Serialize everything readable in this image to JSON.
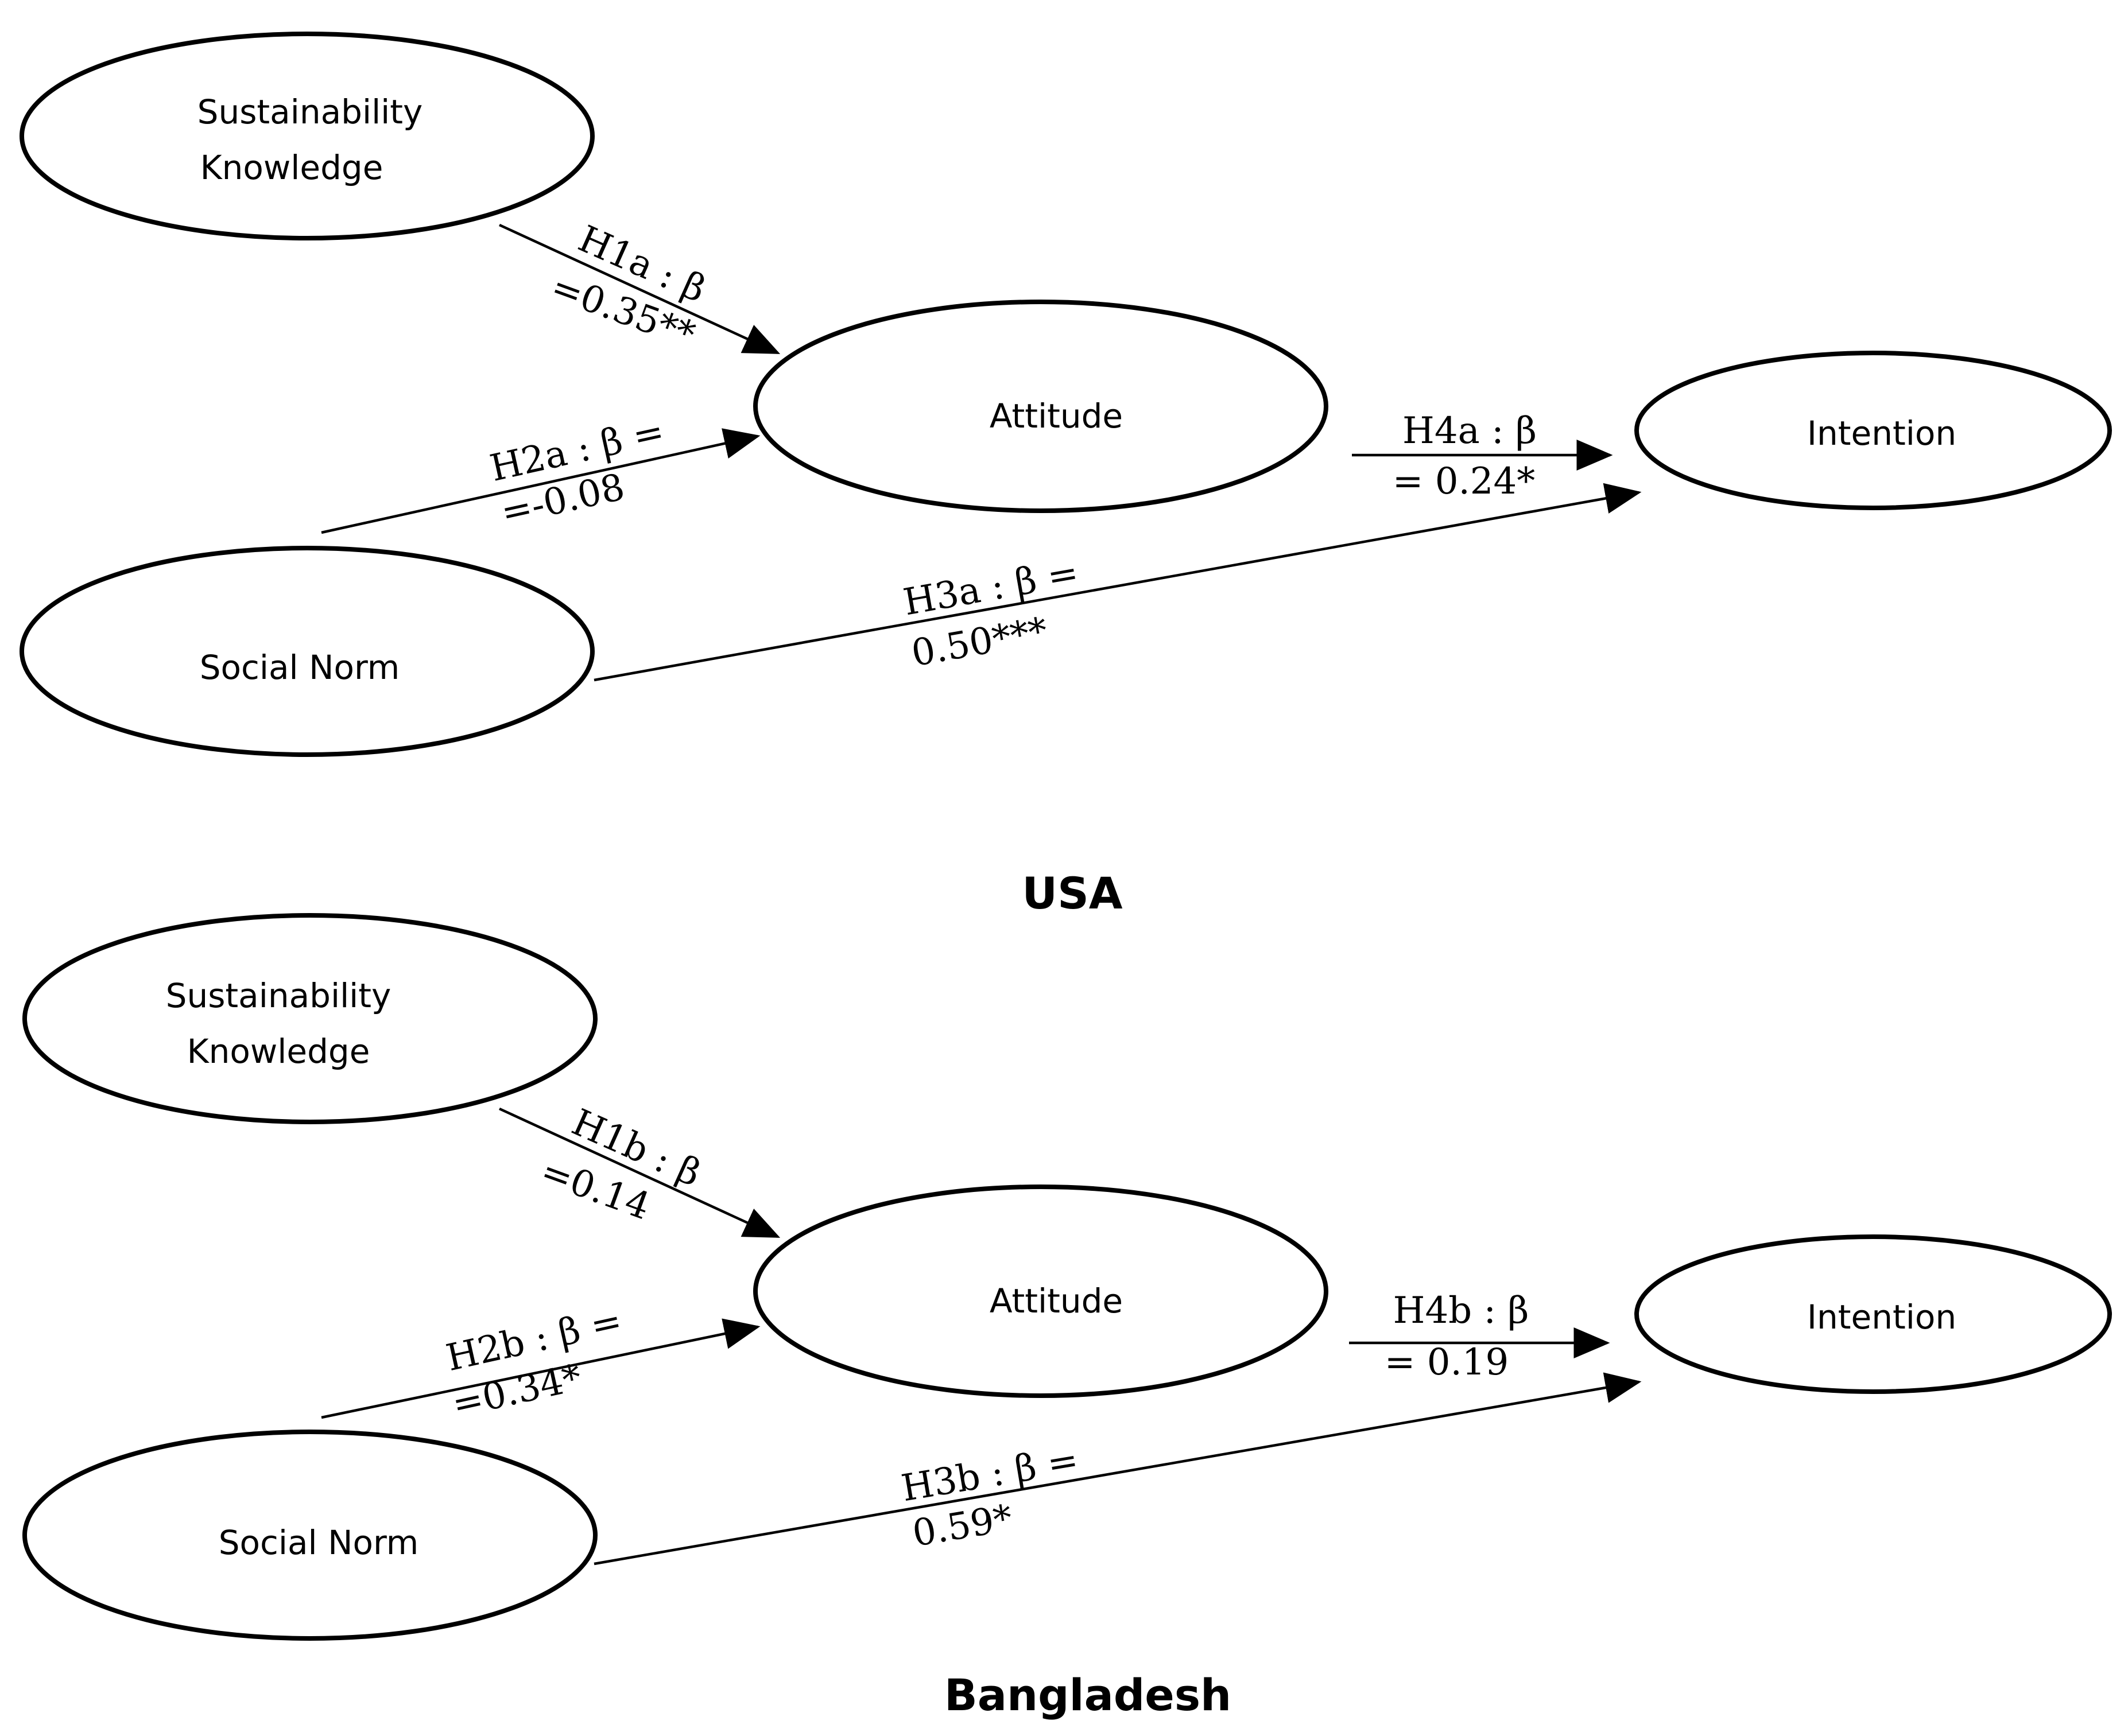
{
  "panels": [
    {
      "caption": "USA",
      "nodes": {
        "sk": {
          "line1": "Sustainability",
          "line2": "Knowledge"
        },
        "attitude": {
          "label": "Attitude"
        },
        "intention": {
          "label": "Intention"
        },
        "sn": {
          "label": "Social Norm"
        }
      },
      "edges": {
        "h1": {
          "line1": "H1a : β",
          "line2": "=0.35**"
        },
        "h2": {
          "line1": "H2a : β =",
          "line2": "=-0.08"
        },
        "h3": {
          "line1": "H3a : β =",
          "line2": "0.50***"
        },
        "h4": {
          "line1": "H4a : β",
          "line2": "= 0.24*"
        }
      }
    },
    {
      "caption": "Bangladesh",
      "nodes": {
        "sk": {
          "line1": "Sustainability",
          "line2": "Knowledge"
        },
        "attitude": {
          "label": "Attitude"
        },
        "intention": {
          "label": "Intention"
        },
        "sn": {
          "label": "Social Norm"
        }
      },
      "edges": {
        "h1": {
          "line1": "H1b : β",
          "line2": "=0.14"
        },
        "h2": {
          "line1": "H2b : β =",
          "line2": "=0.34*"
        },
        "h3": {
          "line1": "H3b : β =",
          "line2": "0.59*"
        },
        "h4": {
          "line1": "H4b : β",
          "line2": "= 0.19"
        }
      }
    }
  ]
}
